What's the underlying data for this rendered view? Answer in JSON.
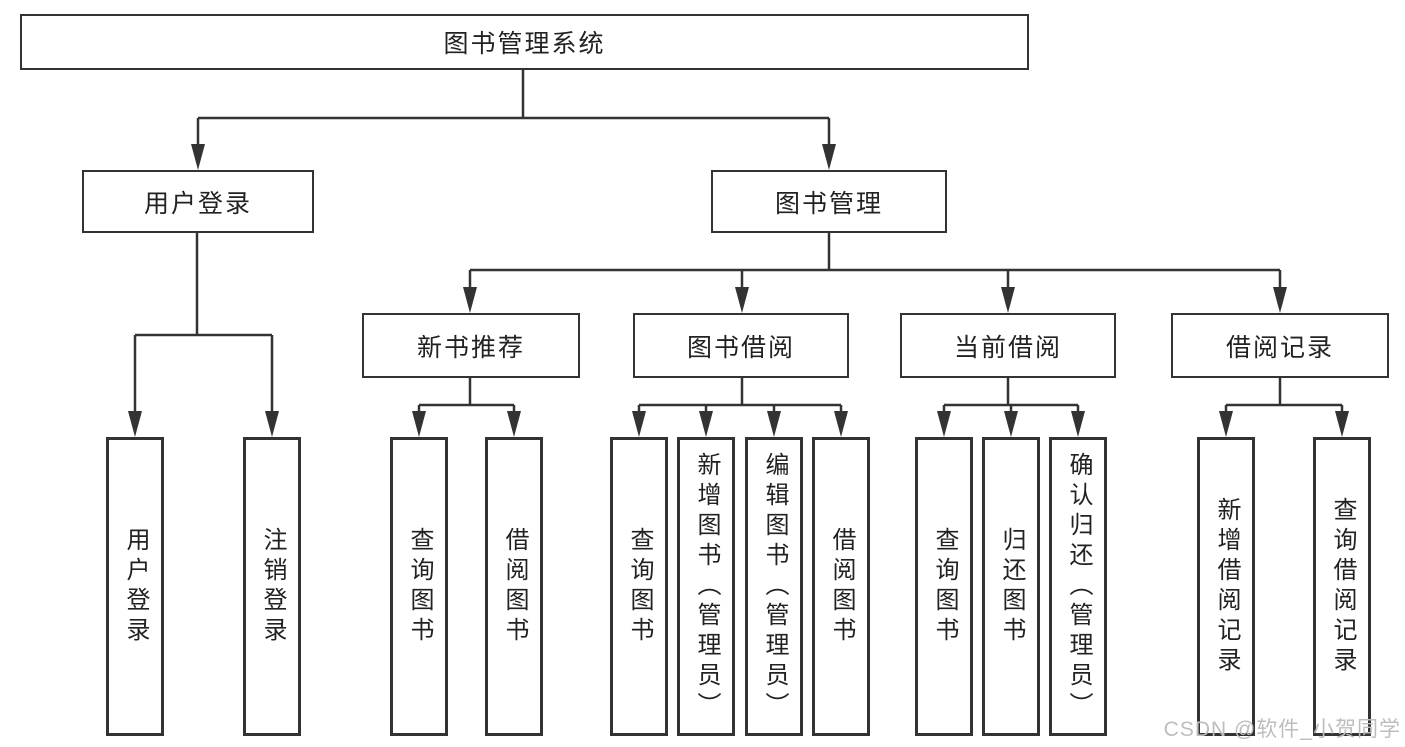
{
  "tree": {
    "label": "图书管理系统",
    "children": [
      {
        "label": "用户登录",
        "children": [
          {
            "label": "用户登录"
          },
          {
            "label": "注销登录"
          }
        ]
      },
      {
        "label": "图书管理",
        "children": [
          {
            "label": "新书推荐",
            "children": [
              {
                "label": "查询图书"
              },
              {
                "label": "借阅图书"
              }
            ]
          },
          {
            "label": "图书借阅",
            "children": [
              {
                "label": "查询图书"
              },
              {
                "label": "新增图书（管理员）"
              },
              {
                "label": "编辑图书（管理员）"
              },
              {
                "label": "借阅图书"
              }
            ]
          },
          {
            "label": "当前借阅",
            "children": [
              {
                "label": "查询图书"
              },
              {
                "label": "归还图书"
              },
              {
                "label": "确认归还（管理员）"
              }
            ]
          },
          {
            "label": "借阅记录",
            "children": [
              {
                "label": "新增借阅记录"
              },
              {
                "label": "查询借阅记录"
              }
            ]
          }
        ]
      }
    ]
  },
  "watermark": {
    "text": "CSDN @软件_小贺同学"
  },
  "colors": {
    "line": "#333333",
    "box_border": "#333333",
    "text": "#222222",
    "watermark": "#bdbdbd",
    "background": "#ffffff"
  }
}
